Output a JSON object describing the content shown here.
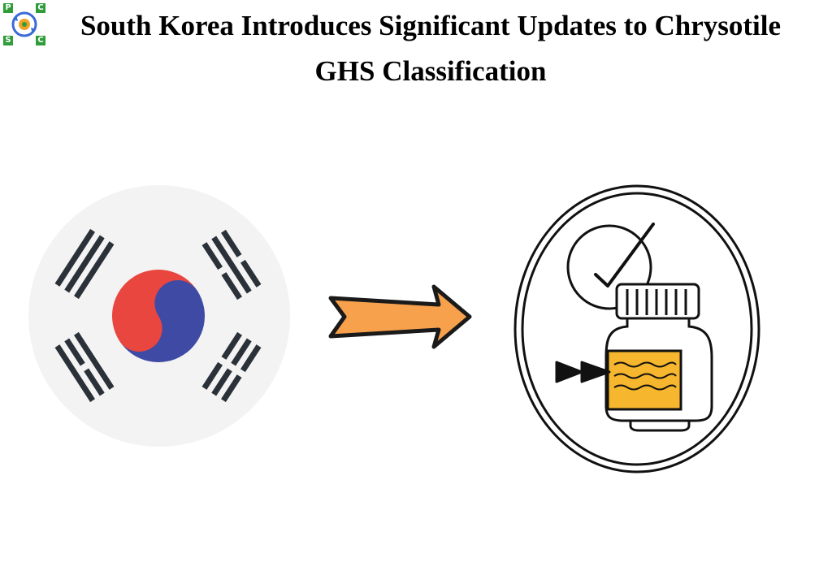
{
  "header": {
    "title_line1": "South Korea Introduces Significant Updates to Chrysotile",
    "title_line2": "GHS Classification"
  },
  "logo": {
    "letters": [
      "P",
      "C",
      "S",
      "C"
    ],
    "icon": "psc-logo-icon"
  },
  "illustrations": {
    "left": "south-korea-flag-icon",
    "middle": "right-arrow-icon",
    "right": "chemical-bottle-check-icon"
  },
  "colors": {
    "flag_red": "#e8463e",
    "flag_blue": "#3f4aa5",
    "flag_bars": "#2b3138",
    "flag_bg": "#f3f3f3",
    "arrow": "#f7a14c",
    "label": "#f6b62d",
    "logo_green": "#2e9d3a"
  }
}
